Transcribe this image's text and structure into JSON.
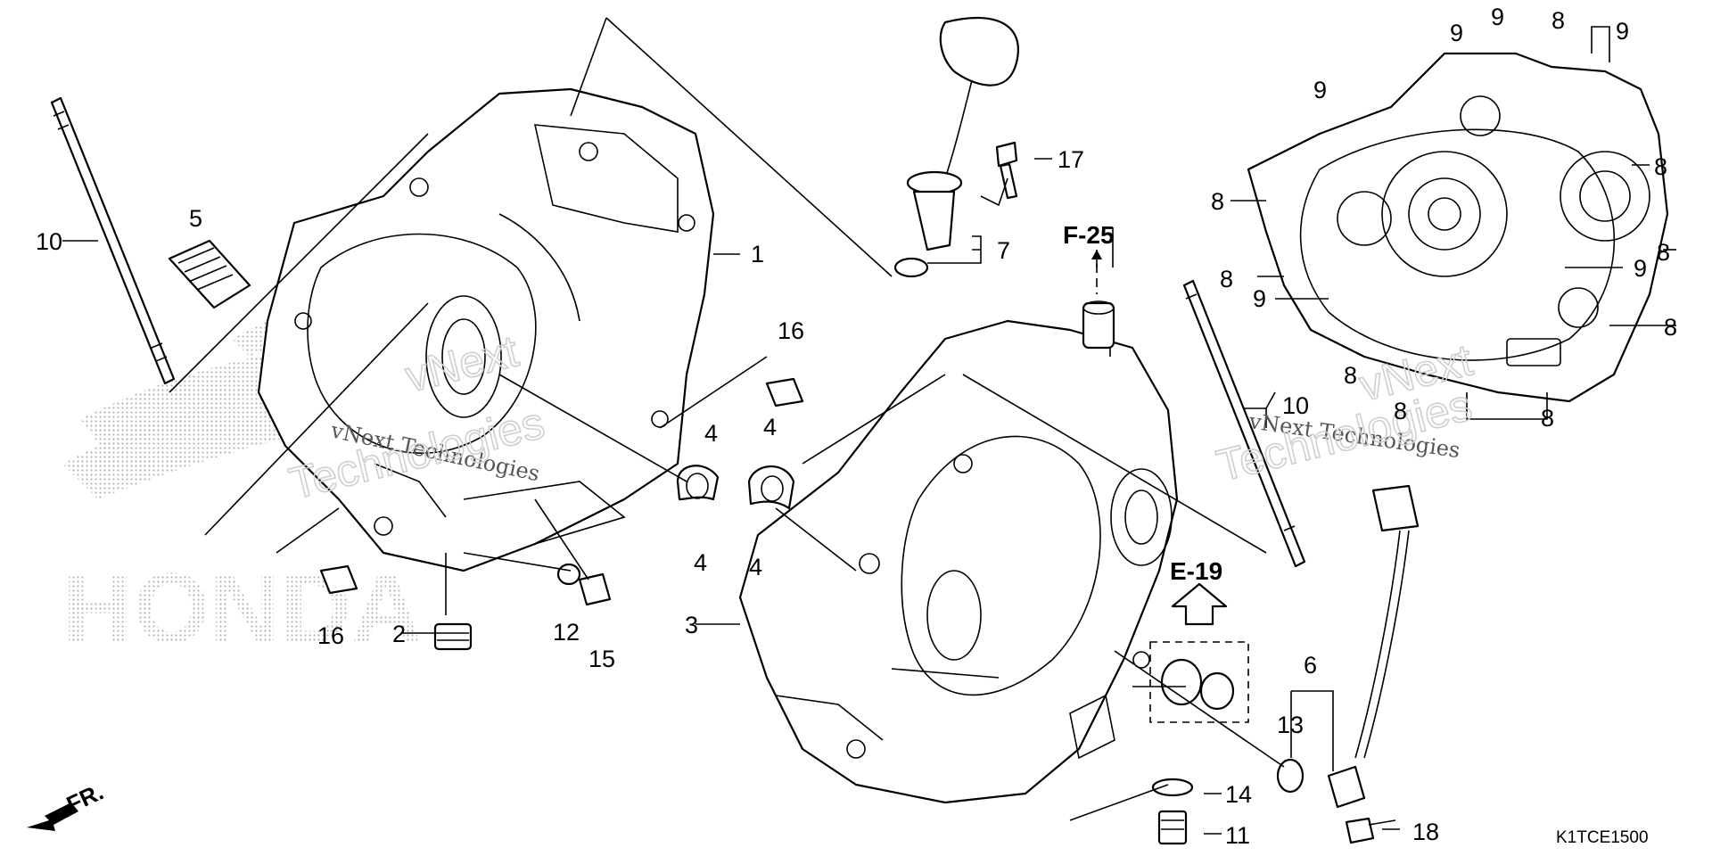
{
  "callouts": [
    {
      "id": "c1",
      "text": "1"
    },
    {
      "id": "c2",
      "text": "2"
    },
    {
      "id": "c3",
      "text": "3"
    },
    {
      "id": "c4a",
      "text": "4"
    },
    {
      "id": "c4b",
      "text": "4"
    },
    {
      "id": "c4c",
      "text": "4"
    },
    {
      "id": "c4d",
      "text": "4"
    },
    {
      "id": "c5",
      "text": "5"
    },
    {
      "id": "c6",
      "text": "6"
    },
    {
      "id": "c7",
      "text": "7"
    },
    {
      "id": "c8a",
      "text": "8"
    },
    {
      "id": "c8b",
      "text": "8"
    },
    {
      "id": "c8c",
      "text": "8"
    },
    {
      "id": "c8d",
      "text": "8"
    },
    {
      "id": "c8e",
      "text": "8"
    },
    {
      "id": "c8f",
      "text": "8"
    },
    {
      "id": "c8g",
      "text": "8"
    },
    {
      "id": "c8h",
      "text": "8"
    },
    {
      "id": "c8i",
      "text": "8"
    },
    {
      "id": "c9a",
      "text": "9"
    },
    {
      "id": "c9b",
      "text": "9"
    },
    {
      "id": "c9c",
      "text": "9"
    },
    {
      "id": "c9d",
      "text": "9"
    },
    {
      "id": "c9e",
      "text": "9"
    },
    {
      "id": "c9f",
      "text": "9"
    },
    {
      "id": "c10a",
      "text": "10"
    },
    {
      "id": "c10b",
      "text": "10"
    },
    {
      "id": "c11",
      "text": "11"
    },
    {
      "id": "c12",
      "text": "12"
    },
    {
      "id": "c13",
      "text": "13"
    },
    {
      "id": "c14",
      "text": "14"
    },
    {
      "id": "c15",
      "text": "15"
    },
    {
      "id": "c16a",
      "text": "16"
    },
    {
      "id": "c16b",
      "text": "16"
    },
    {
      "id": "c17",
      "text": "17"
    },
    {
      "id": "c18",
      "text": "18"
    }
  ],
  "references": {
    "f25": "F-25",
    "e19": "E-19"
  },
  "direction_label": "FR.",
  "diagram_code": "K1TCE1500",
  "watermarks": {
    "line1": "vNext Technologies",
    "line2": "Technologies",
    "line3": "vNext",
    "brand": "HONDA"
  }
}
